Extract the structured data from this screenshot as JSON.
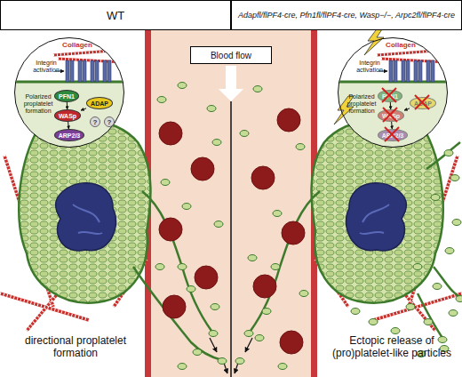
{
  "diagram": {
    "nodes": [
      {
        "text": [
          "WT"
        ]
      },
      {
        "text": [
          "Adapfl/flPF4-cre, Pfn1fl/flPF4-cre, Wasp−/−, Arpc2fl/flPF4-cre"
        ]
      },
      {
        "text": [
          "Collagen",
          "Integrin activation",
          "Polarized proplatelet formation"
        ]
      },
      {
        "text": [
          "PFN1"
        ],
        "in": 2
      },
      {
        "text": [
          "WASp"
        ],
        "in": 2
      },
      {
        "text": [
          "ADAP"
        ],
        "in": 2
      },
      {
        "text": [
          "ARP2/3"
        ],
        "in": 2
      },
      {
        "text": [
          "?"
        ],
        "in": 2
      },
      {
        "text": [
          "?"
        ],
        "in": 2
      },
      {
        "text": [
          "Blood flow"
        ]
      },
      {
        "text": [
          "Collagen",
          "Integrin activation",
          "Polarized proplatelet formation"
        ]
      },
      {
        "text": [
          "PFN1"
        ],
        "in": 10
      },
      {
        "text": [
          "WASp"
        ],
        "in": 10
      },
      {
        "text": [
          "ADAP"
        ],
        "in": 10
      },
      {
        "text": [
          "ARP2/3"
        ],
        "in": 10
      }
    ],
    "edges": [
      {
        "from": 3,
        "to": 4,
        "arrow": "to"
      },
      {
        "from": 5,
        "to": 4,
        "arrow": "to"
      },
      {
        "from": 4,
        "to": 6,
        "arrow": "to"
      },
      {
        "from": 11,
        "to": 12,
        "arrow": "to"
      },
      {
        "from": 13,
        "to": 12,
        "arrow": "to"
      },
      {
        "from": 12,
        "to": 14,
        "arrow": "to"
      }
    ],
    "labels": [
      "directional proplatelet formation",
      "Ectopic release of (pro)platelet-like particles"
    ]
  }
}
